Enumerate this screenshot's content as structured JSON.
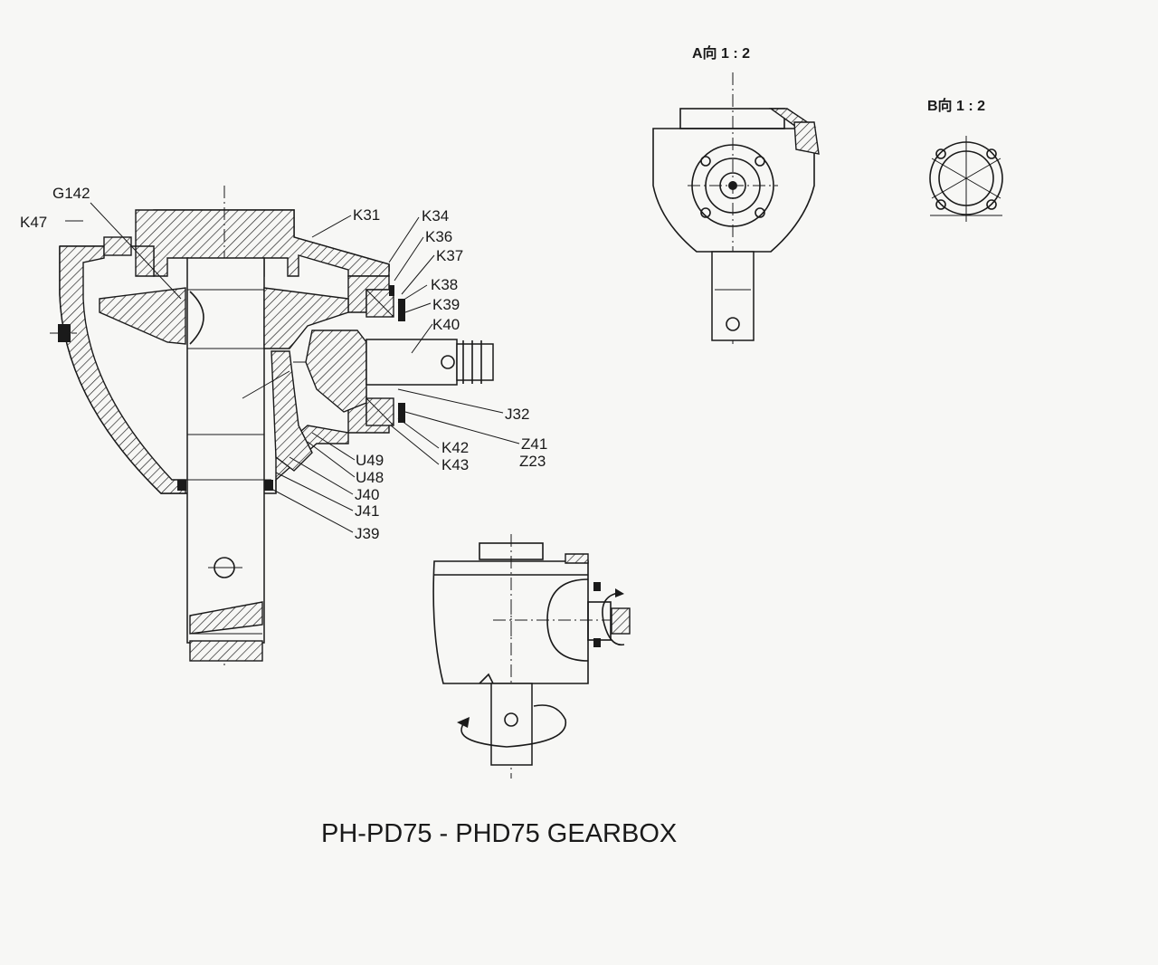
{
  "title": "PH-PD75 - PHD75 GEARBOX",
  "views": {
    "view_a": "A向 1 : 2",
    "view_b": "B向 1 : 2"
  },
  "callouts": {
    "g142": "G142",
    "k47": "K47",
    "k31": "K31",
    "k34": "K34",
    "k36": "K36",
    "k37": "K37",
    "k38": "K38",
    "k39": "K39",
    "k40": "K40",
    "j32": "J32",
    "z41": "Z41",
    "z23": "Z23",
    "k42": "K42",
    "k43": "K43",
    "u49": "U49",
    "u48": "U48",
    "j40": "J40",
    "j41": "J41",
    "j39": "J39"
  }
}
